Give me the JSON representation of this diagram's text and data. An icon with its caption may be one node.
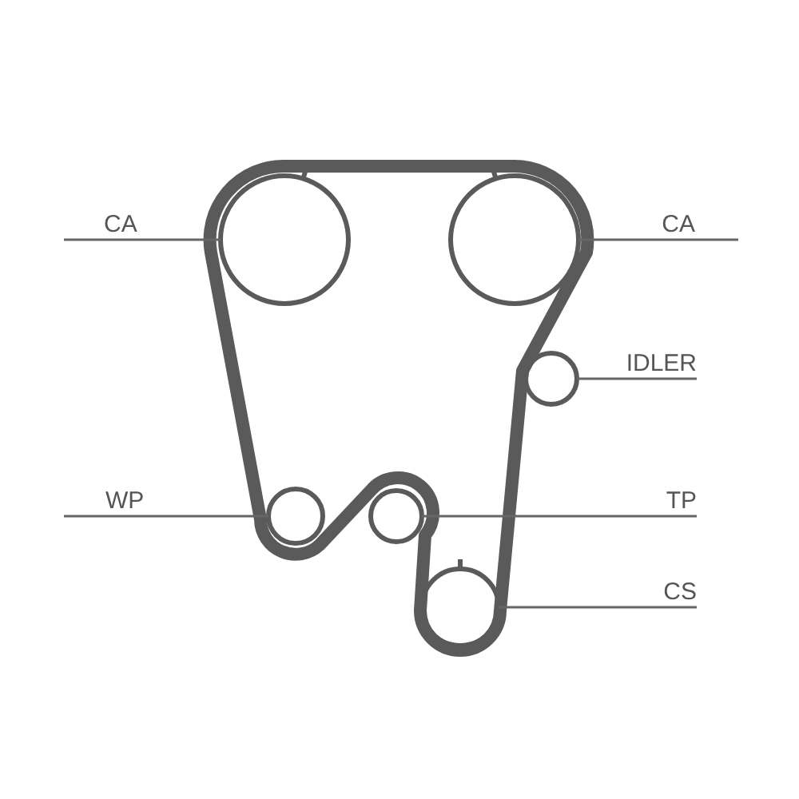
{
  "diagram": {
    "nodes": [
      {
        "text": [
          "CA"
        ]
      },
      {
        "text": [],
        "shape": "circle"
      },
      {
        "text": [],
        "shape": "circle"
      },
      {
        "text": [
          "CA"
        ]
      },
      {
        "text": [],
        "shape": "circle"
      },
      {
        "text": [
          "IDLER"
        ]
      },
      {
        "text": [
          "WP"
        ]
      },
      {
        "text": [],
        "shape": "circle"
      },
      {
        "text": [],
        "shape": "circle"
      },
      {
        "text": [
          "TP"
        ]
      },
      {
        "text": [],
        "shape": "circle"
      },
      {
        "text": [
          "CS"
        ]
      }
    ],
    "edges": [
      {
        "from": 0,
        "to": 1,
        "arrow": "none"
      },
      {
        "from": 3,
        "to": 2,
        "arrow": "none"
      },
      {
        "from": 5,
        "to": 4,
        "arrow": "none"
      },
      {
        "from": 6,
        "to": 7,
        "arrow": "none"
      },
      {
        "from": 9,
        "to": 8,
        "arrow": "none"
      },
      {
        "from": 11,
        "to": 10,
        "arrow": "none"
      }
    ]
  }
}
